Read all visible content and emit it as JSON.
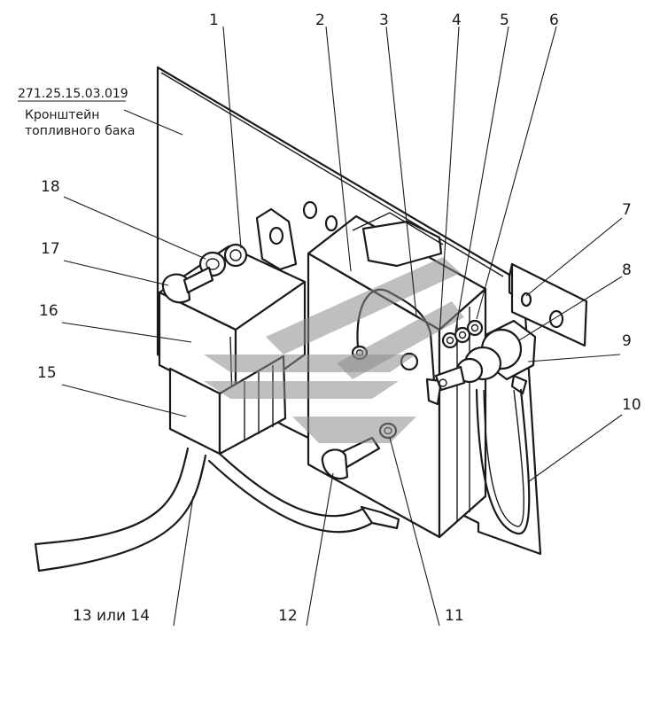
{
  "part_number": "271.25.15.03.019",
  "caption_line1": "Кронштейн",
  "caption_line2": "топливного бака",
  "callouts": [
    "1",
    "2",
    "3",
    "4",
    "5",
    "6",
    "7",
    "8",
    "9",
    "10",
    "11",
    "12",
    "13 или 14",
    "15",
    "16",
    "17",
    "18"
  ]
}
